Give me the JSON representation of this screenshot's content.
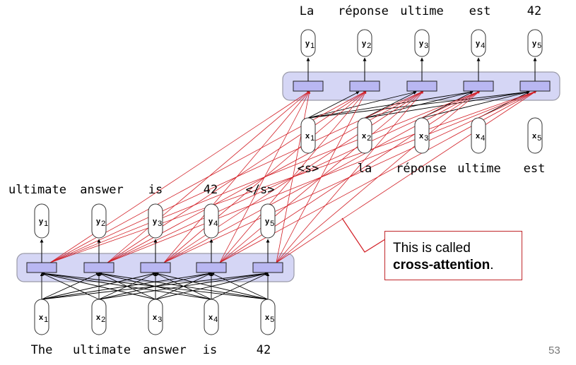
{
  "decoder": {
    "output_words": [
      "La",
      "réponse",
      "ultime",
      "est",
      "42"
    ],
    "output_labels": [
      "y",
      "y",
      "y",
      "y",
      "y"
    ],
    "output_subs": [
      "1",
      "2",
      "3",
      "4",
      "5"
    ],
    "input_words": [
      "<s>",
      "la",
      "réponse",
      "ultime",
      "est"
    ],
    "input_labels": [
      "x",
      "x",
      "x",
      "x",
      "x"
    ],
    "input_subs": [
      "1",
      "2",
      "3",
      "4",
      "5"
    ]
  },
  "encoder": {
    "output_words": [
      "ultimate",
      "answer",
      "is",
      "42",
      "</s>"
    ],
    "output_labels": [
      "y",
      "y",
      "y",
      "y",
      "y"
    ],
    "output_subs": [
      "1",
      "2",
      "3",
      "4",
      "5"
    ],
    "input_words": [
      "The",
      "ultimate",
      "answer",
      "is",
      "42"
    ],
    "input_labels": [
      "x",
      "x",
      "x",
      "x",
      "x"
    ],
    "input_subs": [
      "1",
      "2",
      "3",
      "4",
      "5"
    ]
  },
  "callout": {
    "line1": "This is called",
    "bold": "cross-attention",
    "suffix": "."
  },
  "page_number": "53",
  "colors": {
    "cross_attention": "#d21f26",
    "self_attention": "#000000",
    "block_fill": "#d5d6f5",
    "cell_fill": "#b9b7f2"
  }
}
